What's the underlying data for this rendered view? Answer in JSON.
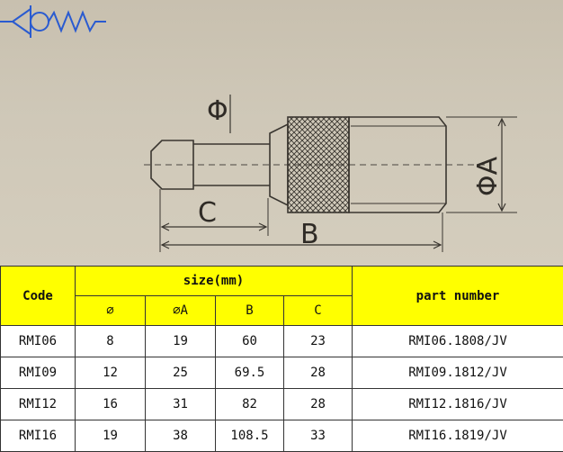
{
  "drawing": {
    "label_phi": "Φ",
    "label_phi_a": "ΦA",
    "label_b": "B",
    "label_c": "C"
  },
  "colors": {
    "header_bg": "#ffff00",
    "symbol_blue": "#2a5bd0"
  },
  "table": {
    "code_header": "Code",
    "size_header": "size(mm)",
    "part_header": "part number",
    "sub_headers": [
      "∅",
      "∅A",
      "B",
      "C"
    ],
    "rows": [
      {
        "code": "RMI06",
        "d": "8",
        "da": "19",
        "b": "60",
        "c": "23",
        "part": "RMI06.1808/JV"
      },
      {
        "code": "RMI09",
        "d": "12",
        "da": "25",
        "b": "69.5",
        "c": "28",
        "part": "RMI09.1812/JV"
      },
      {
        "code": "RMI12",
        "d": "16",
        "da": "31",
        "b": "82",
        "c": "28",
        "part": "RMI12.1816/JV"
      },
      {
        "code": "RMI16",
        "d": "19",
        "da": "38",
        "b": "108.5",
        "c": "33",
        "part": "RMI16.1819/JV"
      }
    ]
  }
}
